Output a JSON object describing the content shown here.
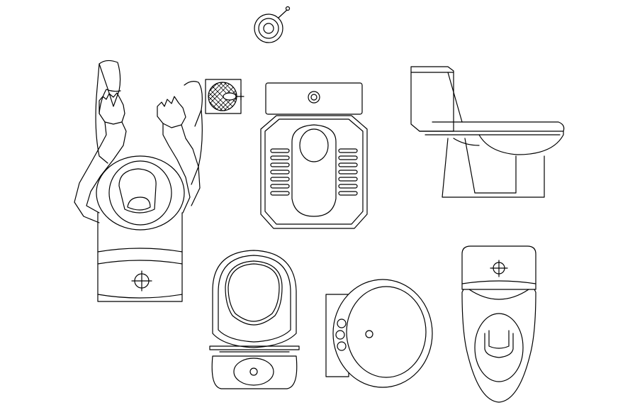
{
  "drawing": {
    "background": "#ffffff",
    "line_color": "#000000",
    "symbols": [
      "floor-drain",
      "squatting-user-on-toilet",
      "floor-drain-grate",
      "squat-toilet",
      "western-toilet-side-view",
      "toilet-seat-top-view",
      "round-washbasin",
      "toilet-top-view"
    ]
  }
}
